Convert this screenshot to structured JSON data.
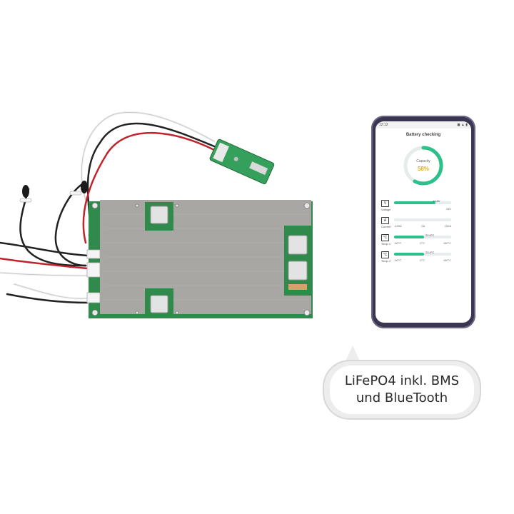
{
  "bms_label": "",
  "phone": {
    "status_time": "12:12",
    "status_icons": "◼ ▲ ▮",
    "app_title": "Battery checking",
    "gauge": {
      "label": "Capacity",
      "value": "58%",
      "fraction": 0.58
    },
    "metrics": [
      {
        "name": "Voltage",
        "icon": "V",
        "level": 0.73,
        "tag": "14.6V",
        "ticks": [
          "",
          "18V"
        ]
      },
      {
        "name": "Current",
        "icon": "A",
        "level": 0.0,
        "tag": "",
        "ticks": [
          "-100A",
          "0A",
          "100A"
        ]
      },
      {
        "name": "Temp 1",
        "icon": "°C",
        "level": 0.52,
        "tag": "23.9°C",
        "ticks": [
          "-50°C",
          "0°C",
          "100°C"
        ]
      },
      {
        "name": "Temp 2",
        "icon": "°C",
        "level": 0.52,
        "tag": "23.4°C",
        "ticks": [
          "-50°C",
          "0°C",
          "100°C"
        ]
      }
    ]
  },
  "bubble": {
    "line1": "LiFePO4 inkl. BMS",
    "line2": "und BlueTooth"
  },
  "colors": {
    "accent": "#2cc08a",
    "gauge_text": "#e0b020",
    "phone_frame": "#3a3550",
    "board_pcb": "#2f8a4c",
    "heatsink": "#a9a7a4"
  }
}
